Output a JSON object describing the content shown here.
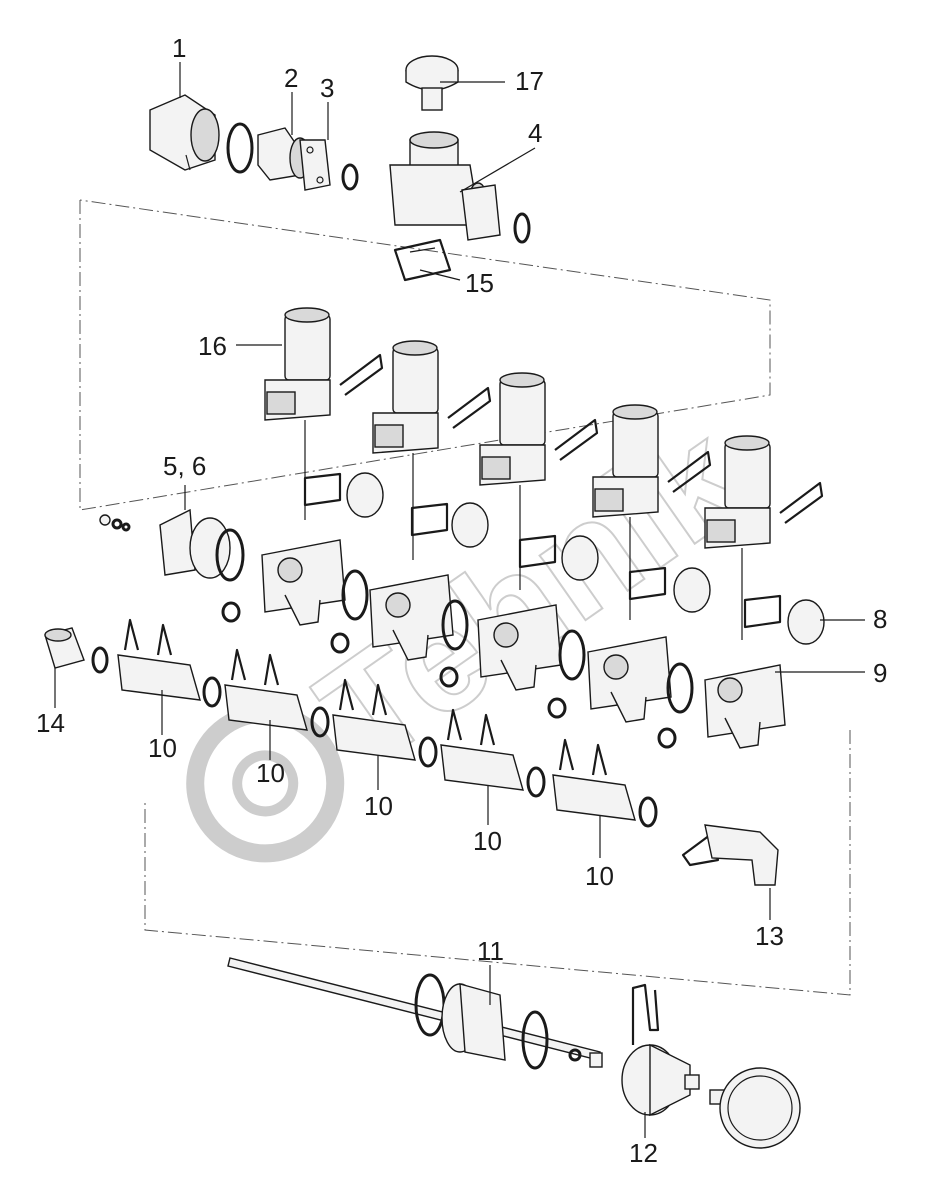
{
  "callouts": {
    "c1": "1",
    "c2": "2",
    "c3": "3",
    "c4": "4",
    "c5_6": "5, 6",
    "c8": "8",
    "c9": "9",
    "c10a": "10",
    "c10b": "10",
    "c10c": "10",
    "c10d": "10",
    "c10e": "10",
    "c11": "11",
    "c12": "12",
    "c13": "13",
    "c14": "14",
    "c15": "15",
    "c16": "16",
    "c17": "17"
  },
  "watermark": {
    "text": "Tehnik"
  },
  "colors": {
    "line": "#1a1a1a",
    "watermark": "#c8c8c8",
    "background": "#ffffff"
  }
}
